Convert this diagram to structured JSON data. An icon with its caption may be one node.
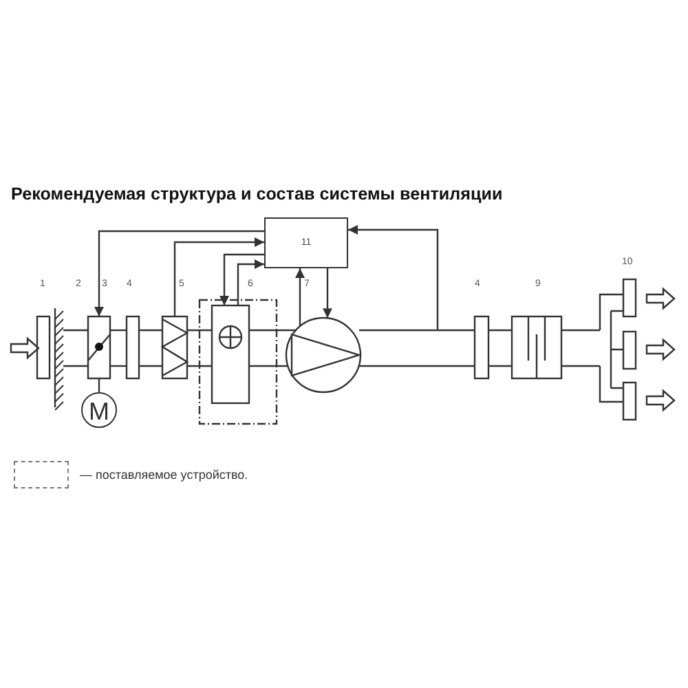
{
  "diagram": {
    "title": "Рекомендуемая структура и состав системы вентиляции",
    "nodes": [
      {
        "text": [
          "11"
        ]
      },
      {
        "text": [],
        "shape": "box"
      },
      {
        "text": [
          "M"
        ]
      },
      {
        "text": [],
        "shape": "box"
      },
      {
        "text": [],
        "shape": "box"
      },
      {
        "text": [],
        "shape": "circle"
      },
      {
        "text": [],
        "shape": "bar"
      }
    ],
    "edges": [
      {
        "from": 0,
        "to": 1,
        "arrow": "to"
      },
      {
        "from": 2,
        "to": 1,
        "arrow": "none"
      },
      {
        "from": 3,
        "to": 0,
        "arrow": "to"
      },
      {
        "from": 0,
        "to": 4,
        "arrow": "to"
      },
      {
        "from": 4,
        "to": 0,
        "arrow": "to"
      },
      {
        "from": 5,
        "to": 0,
        "arrow": "to"
      },
      {
        "from": 0,
        "to": 5,
        "arrow": "to"
      },
      {
        "from": 6,
        "to": 0,
        "arrow": "to"
      },
      {
        "from": 3,
        "to": 4,
        "arrow": "none"
      },
      {
        "from": 3,
        "to": 4,
        "arrow": "none"
      },
      {
        "from": 4,
        "to": 5,
        "arrow": "none"
      },
      {
        "from": 4,
        "to": 5,
        "arrow": "none"
      }
    ],
    "labels": [
      "1",
      "2",
      "3",
      "4",
      "5",
      "6",
      "7",
      "4",
      "9",
      "10"
    ],
    "legend": [
      {
        "text": "— поставляемое устройство."
      }
    ]
  }
}
